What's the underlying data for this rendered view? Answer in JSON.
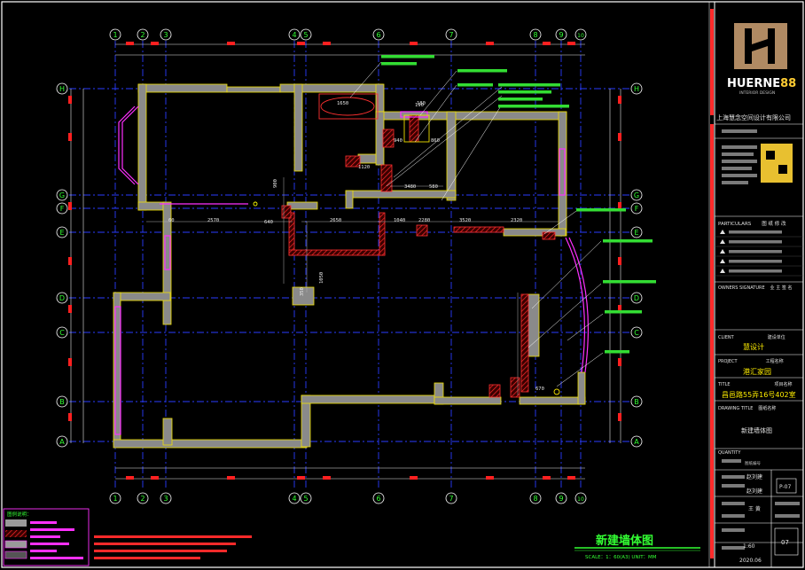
{
  "grid": {
    "columns": [
      "1",
      "2",
      "3",
      "4",
      "5",
      "6",
      "7",
      "8",
      "9",
      "10"
    ],
    "rows": [
      "H",
      "G",
      "F",
      "E",
      "D",
      "C",
      "B",
      "A"
    ]
  },
  "dimensions": {
    "d1650": "1650",
    "d190": "190",
    "d940": "940",
    "d860": "860",
    "d3480": "3480",
    "d580": "580",
    "d2570": "2570",
    "d60": "60",
    "d640": "640",
    "d2650": "2650",
    "d1040": "1040",
    "d2280": "2280",
    "d3520": "3520",
    "d2320": "2320",
    "d1120": "1120",
    "d670": "670",
    "d900": "900",
    "d350": "350",
    "d1050": "1050",
    "d180": "180"
  },
  "title_block": {
    "brand": "HUERNE",
    "brand_suffix": "88",
    "brand_sub": "INTERIOR DESIGN",
    "company": "上海慧念空间设计有限公司",
    "particulars": "PARTICULARS",
    "particulars_cn": "图 纸 修 改",
    "owner": "OWNERS SIGNATURE",
    "owner_cn": "业 主 签 名",
    "client": "CLIENT",
    "client_cn": "建设单位",
    "client_value": "慧设计",
    "project": "PROJECT",
    "project_cn": "工程名称",
    "project_value": "港汇家园",
    "title": "TITLE",
    "title_cn": "项目名称",
    "title_value": "昌邑路55弄16号402室",
    "drawing_title": "DRAWING TITLE",
    "drawing_title_cn": "图纸名称",
    "drawing_value": "新建墙体图",
    "quantity": "QUANTITY",
    "quantity_cn": "图纸编号",
    "drawn_by": "赵刘建",
    "checked_by": "赵刘建",
    "approved_by": "王 黄",
    "sheet_code": "P-07",
    "scale": "1:60",
    "date": "2020.06",
    "sheet_no": "07"
  },
  "drawing": {
    "title": "新建墙体图",
    "scale_line": "SCALE：1：60(A3)      UNIT：MM"
  },
  "legend": {
    "title": "图例说明："
  }
}
